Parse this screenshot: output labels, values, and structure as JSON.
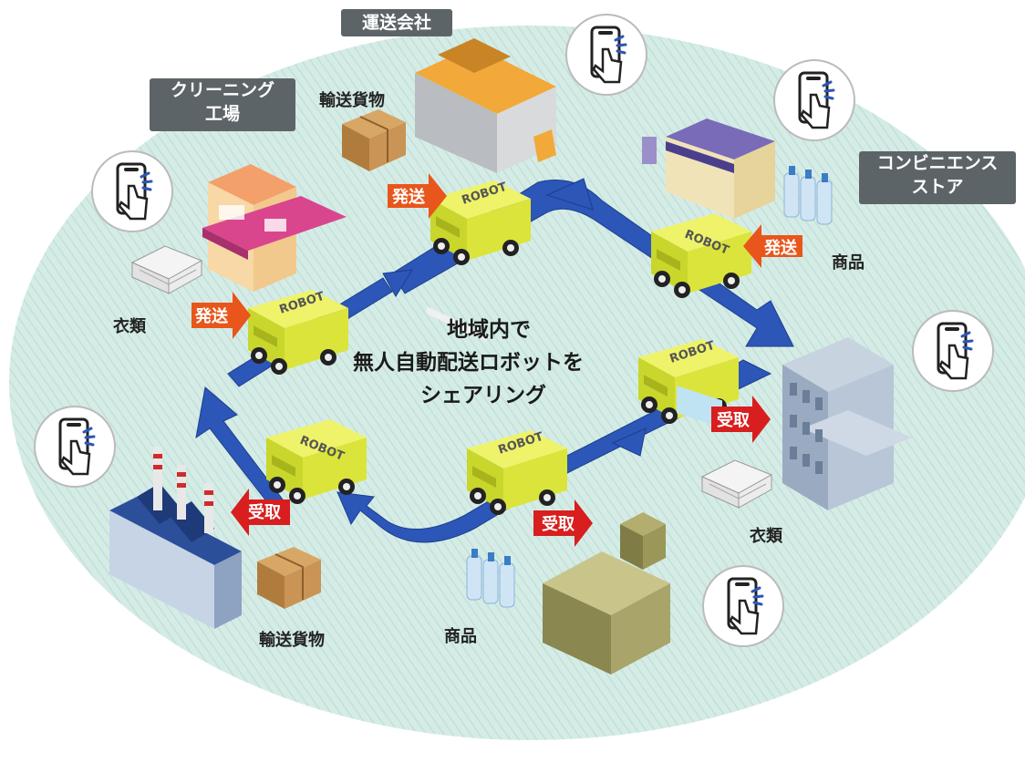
{
  "center_text": {
    "line1": "地域内で",
    "line2": "無人自動配送ロボットを",
    "line3": "シェアリング"
  },
  "tags": {
    "transport_company": "運送会社",
    "cleaning_factory_1": "クリーニング",
    "cleaning_factory_2": "工場",
    "convenience_1": "コンビニエンス",
    "convenience_2": "ストア"
  },
  "labels": {
    "cargo_top": "輸送貨物",
    "cargo_bottom": "輸送貨物",
    "clothes_left": "衣類",
    "clothes_right": "衣類",
    "goods_right": "商品",
    "goods_bottom": "商品"
  },
  "arrows": {
    "send_1": "発送",
    "send_2": "発送",
    "send_3": "発送",
    "receive_1": "受取",
    "receive_2": "受取",
    "receive_3": "受取"
  },
  "robot_text": "ROBOT",
  "colors": {
    "background_ellipse": "#cfe8e2",
    "route_arrow": "#2c56b8",
    "robot_body": "#d9e33a",
    "send_arrow": "#e8561c",
    "receive_arrow": "#d81e1e",
    "tag_bg": "#5d6468"
  }
}
